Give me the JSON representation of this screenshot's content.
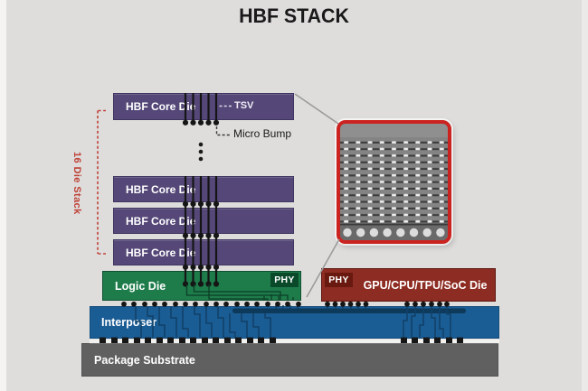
{
  "title": "HBF STACK",
  "colors": {
    "background": "#dedddc",
    "core_die": "#554878",
    "logic_die": "#1e7c4b",
    "logic_phy": "#0a4a2b",
    "soc_die": "#8d2c22",
    "soc_phy": "#69190f",
    "interposer": "#1a5c94",
    "substrate": "#606060",
    "accent_red": "#bf4136",
    "inset_border": "#cb2320"
  },
  "diagram": {
    "core_die_labels": [
      "HBF Core Die",
      "HBF Core Die",
      "HBF Core Die",
      "HBF Core Die"
    ],
    "bracket_label": "16 Die Stack",
    "tsv_label": "TSV",
    "micro_bump_label": "Micro Bump",
    "logic_die_label": "Logic Die",
    "logic_phy_label": "PHY",
    "soc_phy_label": "PHY",
    "soc_die_label": "GPU/CPU/TPU/SoC Die",
    "interposer_label": "Interposer",
    "substrate_label": "Package Substrate"
  }
}
